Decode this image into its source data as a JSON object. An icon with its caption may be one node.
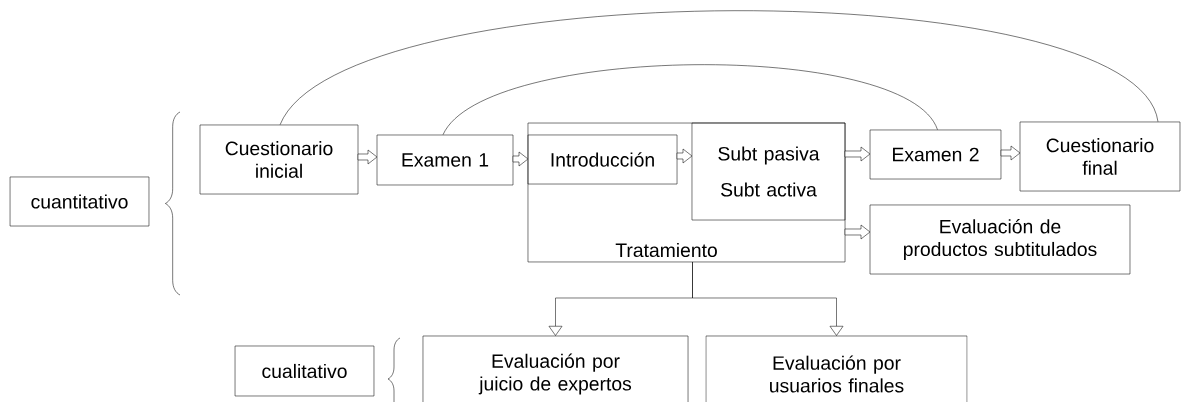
{
  "diagram": {
    "nodes": [
      {
        "text": [
          "cuantitativo"
        ]
      },
      {
        "text": [
          "Cuestionario inicial"
        ]
      },
      {
        "text": [
          "Examen 1"
        ]
      },
      {
        "text": [
          "Tratamiento"
        ]
      },
      {
        "text": [
          "Introducción"
        ],
        "in": 3
      },
      {
        "text": [
          "Subt pasiva",
          "Subt activa"
        ],
        "in": 3
      },
      {
        "text": [
          "Examen 2"
        ]
      },
      {
        "text": [
          "Cuestionario final"
        ]
      },
      {
        "text": [
          "Evaluación de productos subtitulados"
        ]
      },
      {
        "text": [
          "cualitativo"
        ]
      },
      {
        "text": [
          "Evaluación por juicio de expertos"
        ]
      },
      {
        "text": [
          "Evaluación por usuarios finales"
        ]
      }
    ],
    "edges": [
      {
        "from": 1,
        "to": 2,
        "arrow": "to"
      },
      {
        "from": 2,
        "to": 4,
        "arrow": "to"
      },
      {
        "from": 4,
        "to": 5,
        "arrow": "to"
      },
      {
        "from": 5,
        "to": 6,
        "arrow": "to"
      },
      {
        "from": 6,
        "to": 7,
        "arrow": "to"
      },
      {
        "from": 3,
        "to": 8,
        "arrow": "to"
      },
      {
        "from": 3,
        "to": 10,
        "arrow": "to"
      },
      {
        "from": 3,
        "to": 11,
        "arrow": "to"
      },
      {
        "from": 1,
        "to": 7,
        "arrow": "none"
      },
      {
        "from": 2,
        "to": 6,
        "arrow": "none"
      }
    ]
  }
}
